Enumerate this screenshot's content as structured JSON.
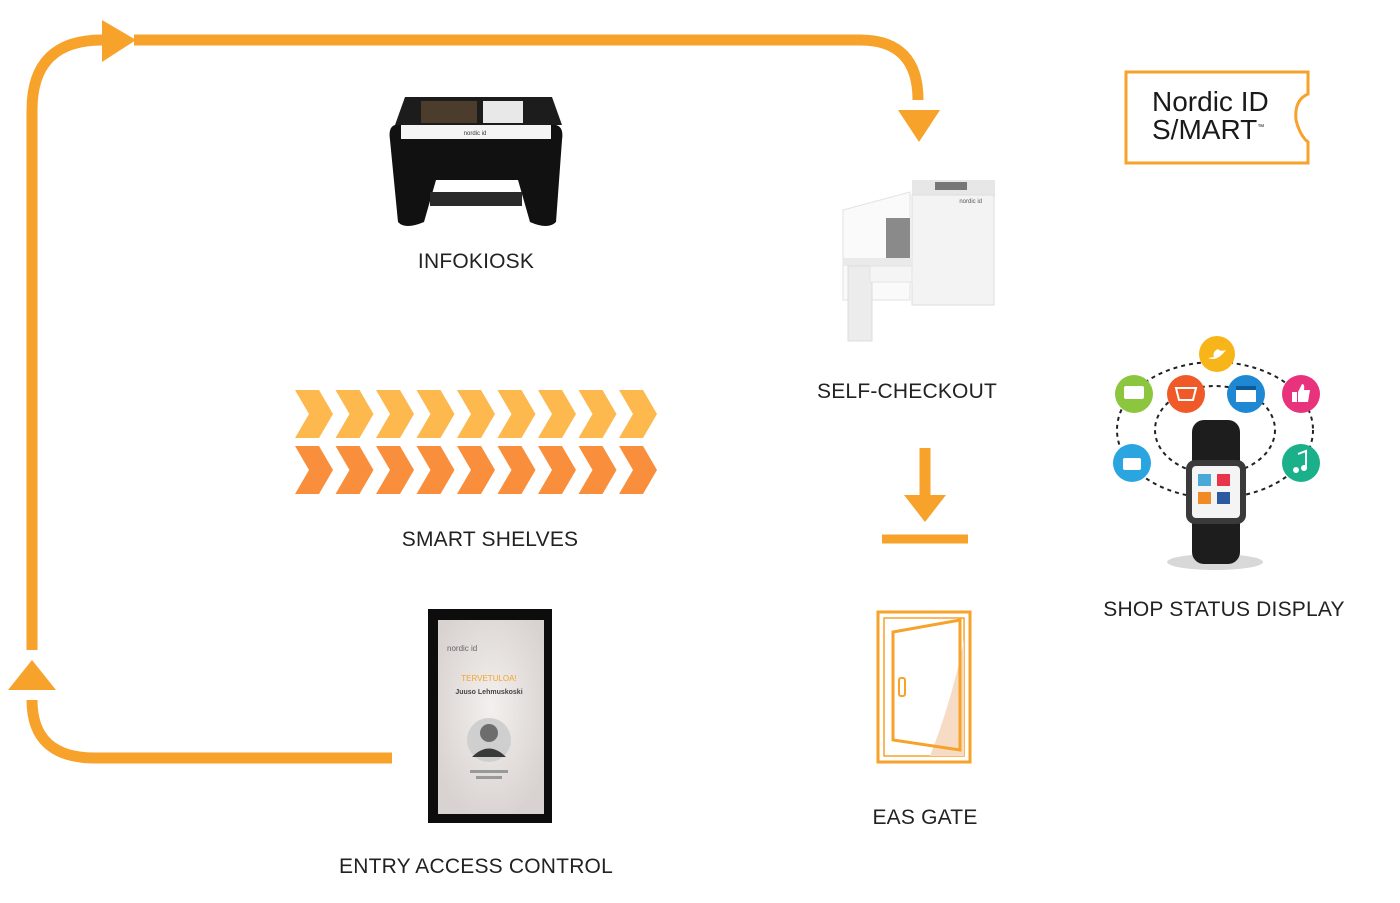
{
  "colors": {
    "flow_orange": "#F7A22B",
    "shelf_light": "#FDB84E",
    "shelf_dark": "#F98F3C",
    "text": "#222222"
  },
  "logo": {
    "line1": "Nordic ID",
    "line2": "S/MART",
    "trademark": "™"
  },
  "nodes": {
    "infokiosk": "INFOKIOSK",
    "self_checkout": "SELF-CHECKOUT",
    "smart_shelves": "SMART SHELVES",
    "shop_status_display": "SHOP STATUS DISPLAY",
    "eas_gate": "EAS GATE",
    "entry_access_control": "ENTRY ACCESS CONTROL"
  },
  "entry_screen": {
    "brand": "nordic id",
    "greeting": "TERVETULOA!",
    "name": "Juuso Lehmuskoski"
  },
  "kiosk_brand": "nordic id",
  "checkout_brand": "nordic id"
}
